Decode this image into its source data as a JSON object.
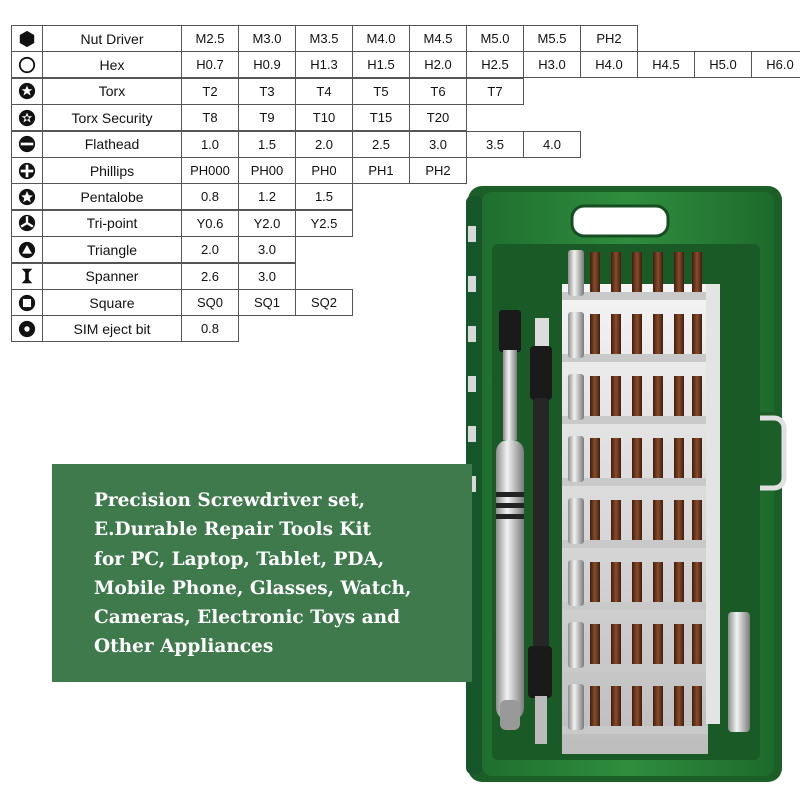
{
  "spec_table": {
    "rows": [
      {
        "icon": "nut-driver-icon",
        "name": "Nut Driver",
        "sizes": [
          "M2.5",
          "M3.0",
          "M3.5",
          "M4.0",
          "M4.5",
          "M5.0",
          "M5.5",
          "PH2"
        ]
      },
      {
        "icon": "hex-icon",
        "name": "Hex",
        "sizes": [
          "H0.7",
          "H0.9",
          "H1.3",
          "H1.5",
          "H2.0",
          "H2.5",
          "H3.0",
          "H4.0",
          "H4.5",
          "H5.0",
          "H6.0"
        ]
      },
      {
        "icon": "torx-icon",
        "name": "Torx",
        "sizes": [
          "T2",
          "T3",
          "T4",
          "T5",
          "T6",
          "T7"
        ]
      },
      {
        "icon": "torx-security-icon",
        "name": "Torx Security",
        "sizes": [
          "T8",
          "T9",
          "T10",
          "T15",
          "T20"
        ]
      },
      {
        "icon": "flathead-icon",
        "name": "Flathead",
        "sizes": [
          "1.0",
          "1.5",
          "2.0",
          "2.5",
          "3.0",
          "3.5",
          "4.0"
        ]
      },
      {
        "icon": "phillips-icon",
        "name": "Phillips",
        "sizes": [
          "PH000",
          "PH00",
          "PH0",
          "PH1",
          "PH2"
        ]
      },
      {
        "icon": "pentalobe-icon",
        "name": "Pentalobe",
        "sizes": [
          "0.8",
          "1.2",
          "1.5"
        ]
      },
      {
        "icon": "tri-point-icon",
        "name": "Tri-point",
        "sizes": [
          "Y0.6",
          "Y2.0",
          "Y2.5"
        ]
      },
      {
        "icon": "triangle-icon",
        "name": "Triangle",
        "sizes": [
          "2.0",
          "3.0"
        ]
      },
      {
        "icon": "spanner-icon",
        "name": "Spanner",
        "sizes": [
          "2.6",
          "3.0"
        ]
      },
      {
        "icon": "square-icon",
        "name": "Square",
        "sizes": [
          "SQ0",
          "SQ1",
          "SQ2"
        ]
      },
      {
        "icon": "sim-eject-icon",
        "name": "SIM eject bit",
        "sizes": [
          "0.8"
        ]
      }
    ]
  },
  "banner": {
    "lines": [
      "Precision Screwdriver set,",
      "E.Durable Repair Tools Kit",
      "for PC, Laptop, Tablet, PDA,",
      "Mobile Phone, Glasses, Watch,",
      "Cameras, Electronic Toys and",
      "Other Appliances"
    ]
  },
  "colors": {
    "box_green": "#2f8a3c",
    "banner_green": "#3f7a4c",
    "bit_brown": "#6b3a22",
    "holder_white": "#e6e6e6"
  }
}
